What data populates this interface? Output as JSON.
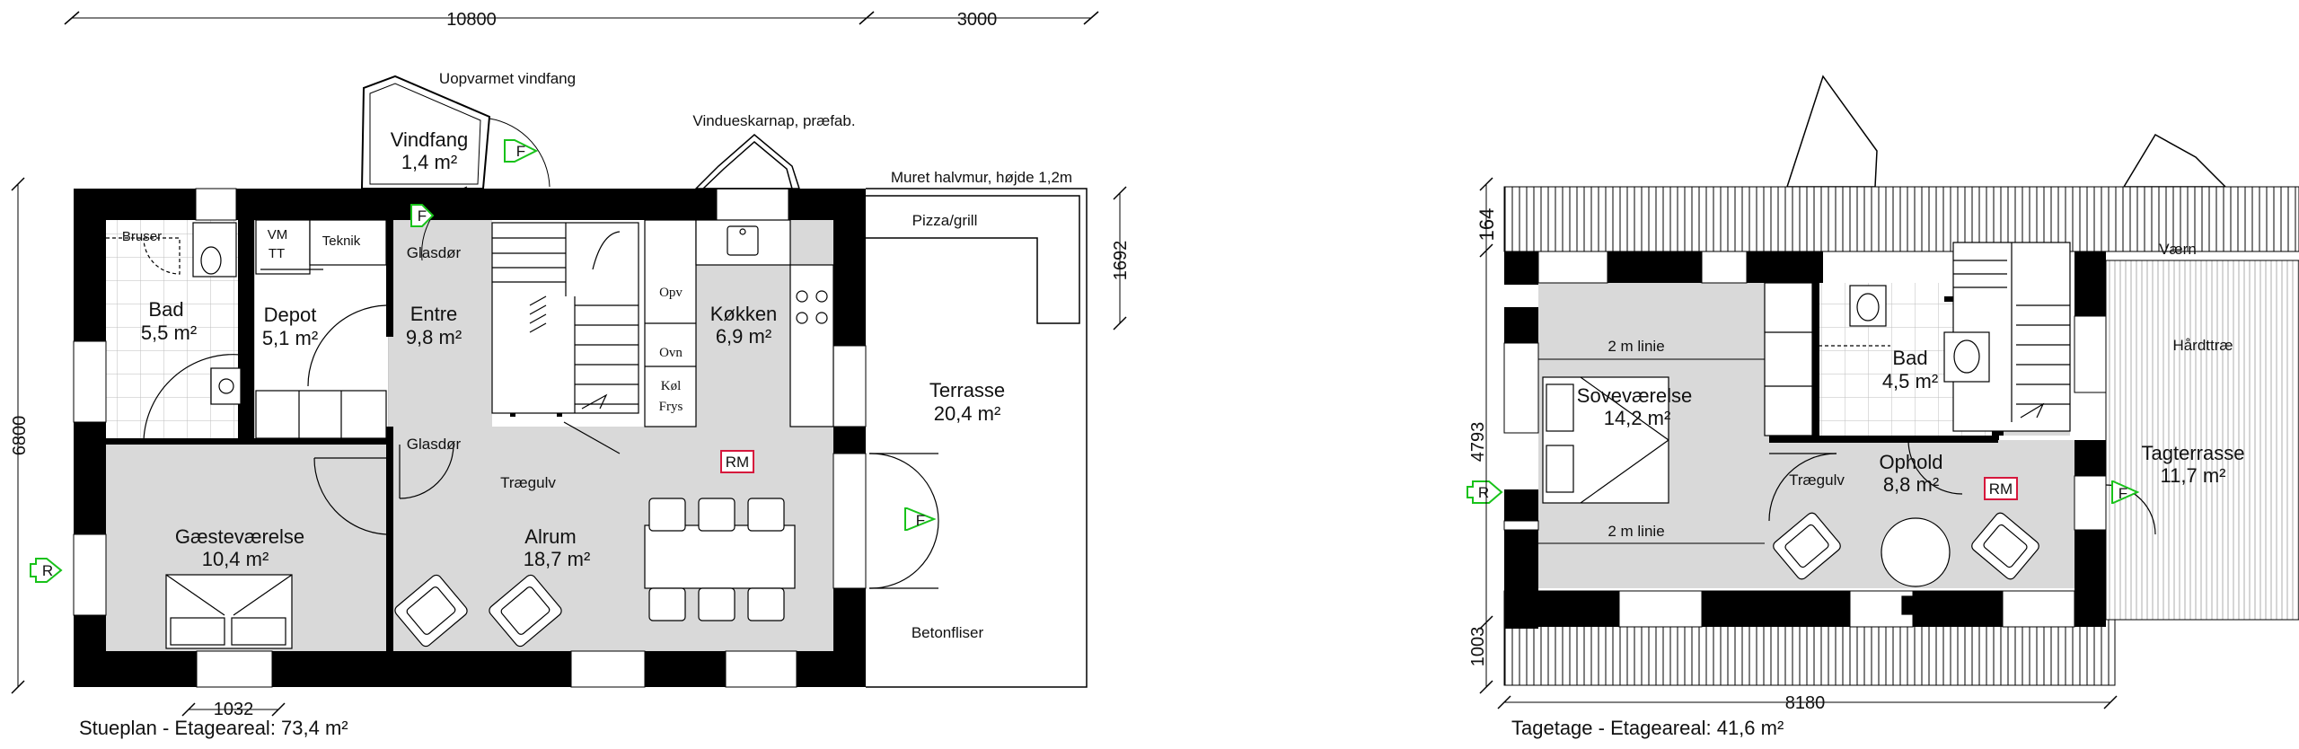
{
  "colors": {
    "wall": "#000000",
    "floor": "#d9d9d9",
    "tile": "#c8c8c8",
    "rm_marker": "#d6173c",
    "fire_marker": "#18c21a",
    "roof_hatch": "#000000"
  },
  "ground": {
    "dims": {
      "top_main": "10800",
      "top_terrace": "3000",
      "left": "6800",
      "right": "1692",
      "bottom": "1032"
    },
    "notes": {
      "vestibule_unheated": "Uopvarmet vindfang",
      "window_bay": "Vindueskarnap, præfab.",
      "half_wall": "Muret halvmur, højde 1,2m",
      "pizza": "Pizza/grill",
      "paving": "Betonfliser",
      "floor_material": "Trægulv",
      "glass_door_1": "Glasdør",
      "glass_door_2": "Glasdør"
    },
    "rooms": {
      "vindfang": {
        "name": "Vindfang",
        "area": "1,4 m²"
      },
      "bad": {
        "name": "Bad",
        "area": "5,5 m²"
      },
      "depot": {
        "name": "Depot",
        "area": "5,1 m²"
      },
      "entre": {
        "name": "Entre",
        "area": "9,8 m²"
      },
      "kokken": {
        "name": "Køkken",
        "area": "6,9 m²"
      },
      "terrasse": {
        "name": "Terrasse",
        "area": "20,4 m²"
      },
      "gaest": {
        "name": "Gæsteværelse",
        "area": "10,4 m²"
      },
      "alrum": {
        "name": "Alrum",
        "area": "18,7 m²"
      }
    },
    "fixtures": {
      "bruser": "Bruser",
      "vm": "VM",
      "tt": "TT",
      "teknik": "Teknik",
      "opv": "Opv",
      "ovn": "Ovn",
      "kol": "Køl",
      "frys": "Frys"
    },
    "markers": {
      "rm": "RM",
      "f_door": "F",
      "f_terrace": "F",
      "r": "R"
    },
    "caption": "Stueplan - Etageareal: 73,4 m²"
  },
  "attic": {
    "dims": {
      "left_top": "164",
      "left_mid": "4793",
      "left_bottom": "1003",
      "bottom": "8180"
    },
    "notes": {
      "line_top": "2 m linie",
      "line_bottom": "2 m linie",
      "floor_material": "Trægulv",
      "vaern": "Værn",
      "hardtrae": "Hårdttræ"
    },
    "rooms": {
      "sove": {
        "name": "Soveværelse",
        "area": "14,2 m²"
      },
      "bad": {
        "name": "Bad",
        "area": "4,5 m²"
      },
      "ophold": {
        "name": "Ophold",
        "area": "8,8 m²"
      },
      "tagterrasse": {
        "name": "Tagterrasse",
        "area": "11,7 m²"
      }
    },
    "markers": {
      "rm": "RM",
      "f": "F",
      "r": "R"
    },
    "caption": "Tagetage - Etageareal: 41,6 m²"
  }
}
